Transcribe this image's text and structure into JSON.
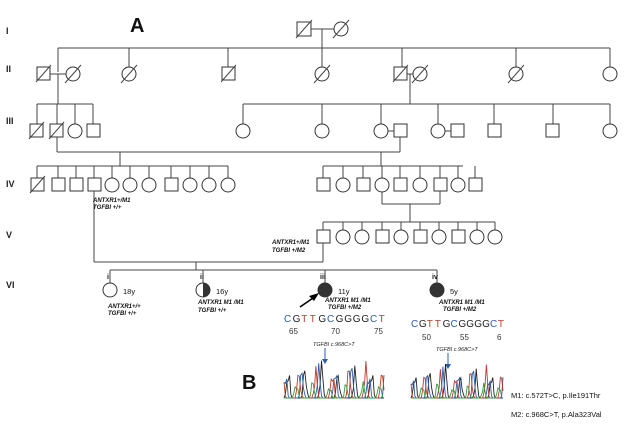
{
  "panels": {
    "a": "A",
    "b": "B"
  },
  "generations": [
    "I",
    "II",
    "III",
    "IV",
    "V",
    "VI"
  ],
  "genotypes": {
    "iv4": {
      "antxr1": "ANTXR1+/M1",
      "tgfbi": "TGFBI  +/+"
    },
    "v1": {
      "antxr1": "ANTXR1+/M1",
      "tgfbi": "TGFBI +/M2"
    },
    "vi_i": {
      "antxr1": "ANTXR1+/+",
      "tgfbi": "TGFBI  +/+"
    },
    "vi_ii": {
      "antxr1": "ANTXR1 M1 /M1",
      "tgfbi": "TGFBI  +/+"
    },
    "vi_iii": {
      "antxr1": "ANTXR1 M1 /M1",
      "tgfbi": "TGFBI  +/M2"
    },
    "vi_iv": {
      "antxr1": "ANTXR1 M1 /M1",
      "tgfbi": "TGFBI  +/M2"
    }
  },
  "children": [
    {
      "numeral": "i",
      "age": "18y"
    },
    {
      "numeral": "ii",
      "age": "16y"
    },
    {
      "numeral": "iii",
      "age": "11y"
    },
    {
      "numeral": "iv",
      "age": "5y"
    }
  ],
  "chromatograms": [
    {
      "bases": "CGTTGCGGGGCT",
      "ticks": [
        "65",
        "70",
        "75"
      ],
      "note": "TGFBI c.968C>T"
    },
    {
      "bases": "CGTTGCGGGGCT",
      "ticks": [
        "50",
        "55",
        "6"
      ],
      "note": "TGFBI c.968C>T"
    }
  ],
  "mutations": {
    "m1": "M1: c.572T>C, p.Ile191Thr",
    "m2": "M2: c.968C>T, p.Ala323Val"
  },
  "colors": {
    "affected": "#333333",
    "base_c": "#2a5db0",
    "base_g": "#222222",
    "base_t": "#c0392b",
    "trace_a": "#3a9a3a"
  }
}
